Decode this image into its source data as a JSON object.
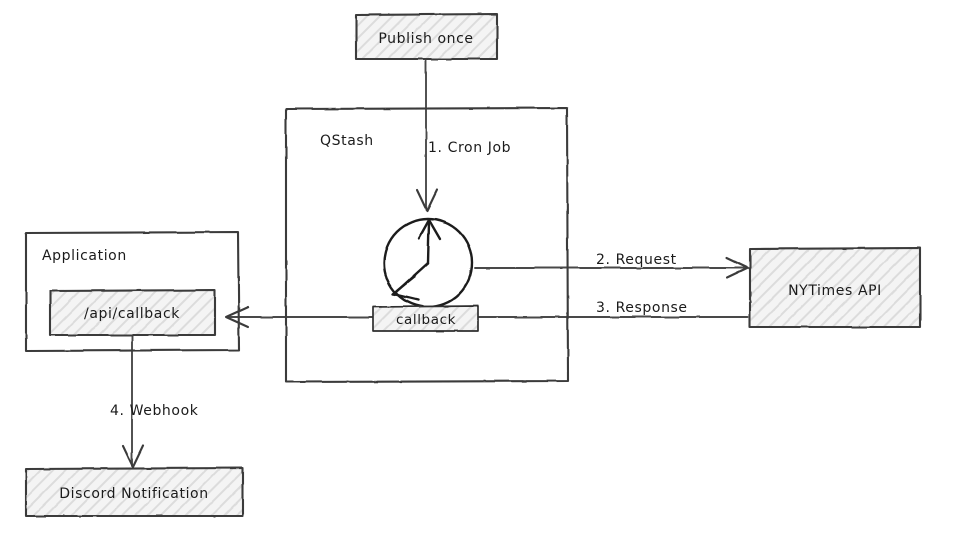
{
  "diagram": {
    "title": "QStash cron workflow diagram",
    "style": "hand-drawn whiteboard sketch",
    "colors": {
      "background": "#ffffff",
      "stroke": "#3b3b3b",
      "text": "#1b1b1b",
      "hatch_fill": "#f2f2f2",
      "hatch_line": "#d8d8d8",
      "connector": "#4a4a4a"
    },
    "nodes": [
      {
        "id": "publish-once",
        "label": "Publish once",
        "fill": "hatched"
      },
      {
        "id": "qstash",
        "label": "QStash",
        "fill": "none"
      },
      {
        "id": "clock",
        "label": "clock-icon",
        "fill": "none"
      },
      {
        "id": "callback",
        "label": "callback",
        "fill": "hatched"
      },
      {
        "id": "application",
        "label": "Application",
        "fill": "none"
      },
      {
        "id": "api-callback",
        "label": "/api/callback",
        "fill": "hatched"
      },
      {
        "id": "nytimes-api",
        "label": "NYTimes API",
        "fill": "hatched"
      },
      {
        "id": "discord-notification",
        "label": "Discord Notification",
        "fill": "hatched"
      }
    ],
    "edges": [
      {
        "id": "cron-job",
        "label": "1. Cron Job",
        "from": "publish-once",
        "to": "clock",
        "direction": "down"
      },
      {
        "id": "request",
        "label": "2. Request",
        "from": "clock",
        "to": "nytimes-api",
        "direction": "right"
      },
      {
        "id": "response",
        "label": "3. Response",
        "from": "nytimes-api",
        "to": "api-callback",
        "direction": "left"
      },
      {
        "id": "webhook",
        "label": "4. Webhook",
        "from": "api-callback",
        "to": "discord-notification",
        "direction": "down"
      }
    ]
  },
  "labels": {
    "publish_once": "Publish once",
    "qstash": "QStash",
    "cron_job": "1. Cron Job",
    "request": "2. Request",
    "response": "3. Response",
    "webhook": "4. Webhook",
    "callback": "callback",
    "application": "Application",
    "api_callback": "/api/callback",
    "nytimes_api": "NYTimes API",
    "discord_notification": "Discord Notification"
  }
}
